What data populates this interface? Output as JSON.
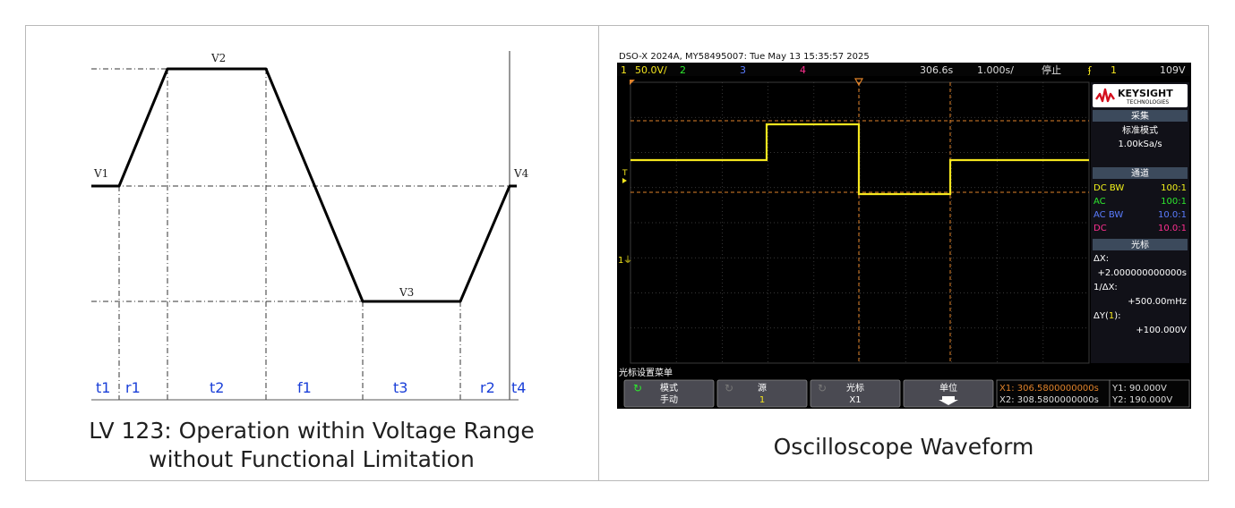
{
  "left_panel": {
    "caption_line1": "LV 123: Operation within Voltage Range",
    "caption_line2": "without Functional Limitation",
    "voltage_labels": [
      "V1",
      "V2",
      "V3",
      "V4"
    ],
    "phase_labels": [
      "t1",
      "r1",
      "t2",
      "f1",
      "t3",
      "r2",
      "t4"
    ],
    "colors": {
      "phase_label": "#1a3fd8",
      "waveform": "#000000"
    }
  },
  "right_panel": {
    "caption": "Oscilloscope Waveform",
    "scope": {
      "title": "DSO-X 2024A, MY58495007: Tue May 13 15:35:57 2025",
      "status_bar": {
        "ch1_number": "1",
        "ch1_scale": "50.0V/",
        "ch2": "2",
        "ch3": "3",
        "ch4": "4",
        "time_position": "306.6s",
        "time_scale": "1.000s/",
        "run_state": "停止",
        "trigger_source": "1",
        "trigger_level": "109V"
      },
      "brand": {
        "name": "KEYSIGHT",
        "sub": "TECHNOLOGIES"
      },
      "acquire": {
        "header": "采集",
        "mode": "标准模式",
        "rate": "1.00kSa/s"
      },
      "channels": {
        "header": "通道",
        "rows": [
          {
            "coupling": "DC BW",
            "probe": "100:1",
            "color": "#f2f21a"
          },
          {
            "coupling": "AC",
            "probe": "100:1",
            "color": "#2ee82e"
          },
          {
            "coupling": "AC BW",
            "probe": "10.0:1",
            "color": "#5a7cff"
          },
          {
            "coupling": "DC",
            "probe": "10.0:1",
            "color": "#ff2f8f"
          }
        ]
      },
      "cursors": {
        "header": "光标",
        "dx_label": "ΔX:",
        "dx_value": "+2.000000000000s",
        "inv_dx_label": "1/ΔX:",
        "inv_dx_value": "+500.00mHz",
        "dy_label_prefix": "ΔY(",
        "dy_label_ch": "1",
        "dy_label_suffix": "):",
        "dy_value": "+100.000V"
      },
      "menu_title": "光标设置菜单",
      "softkeys": [
        {
          "top": "模式",
          "bottom": "手动"
        },
        {
          "top": "源",
          "bottom": "1"
        },
        {
          "top": "光标",
          "bottom": "X1"
        },
        {
          "top": "单位",
          "bottom": ""
        }
      ],
      "readouts": {
        "x1": "X1: 306.5800000000s",
        "x2": "X2: 308.5800000000s",
        "y1": "Y1: 90.000V",
        "y2": "Y2: 190.000V"
      },
      "markers": {
        "trigger": "T",
        "ground": "1"
      },
      "colors": {
        "trace": "#f5e61e",
        "cursor": "#e0822a",
        "grid": "#555555",
        "background": "#000000",
        "panel": "#1c1c24"
      }
    }
  }
}
